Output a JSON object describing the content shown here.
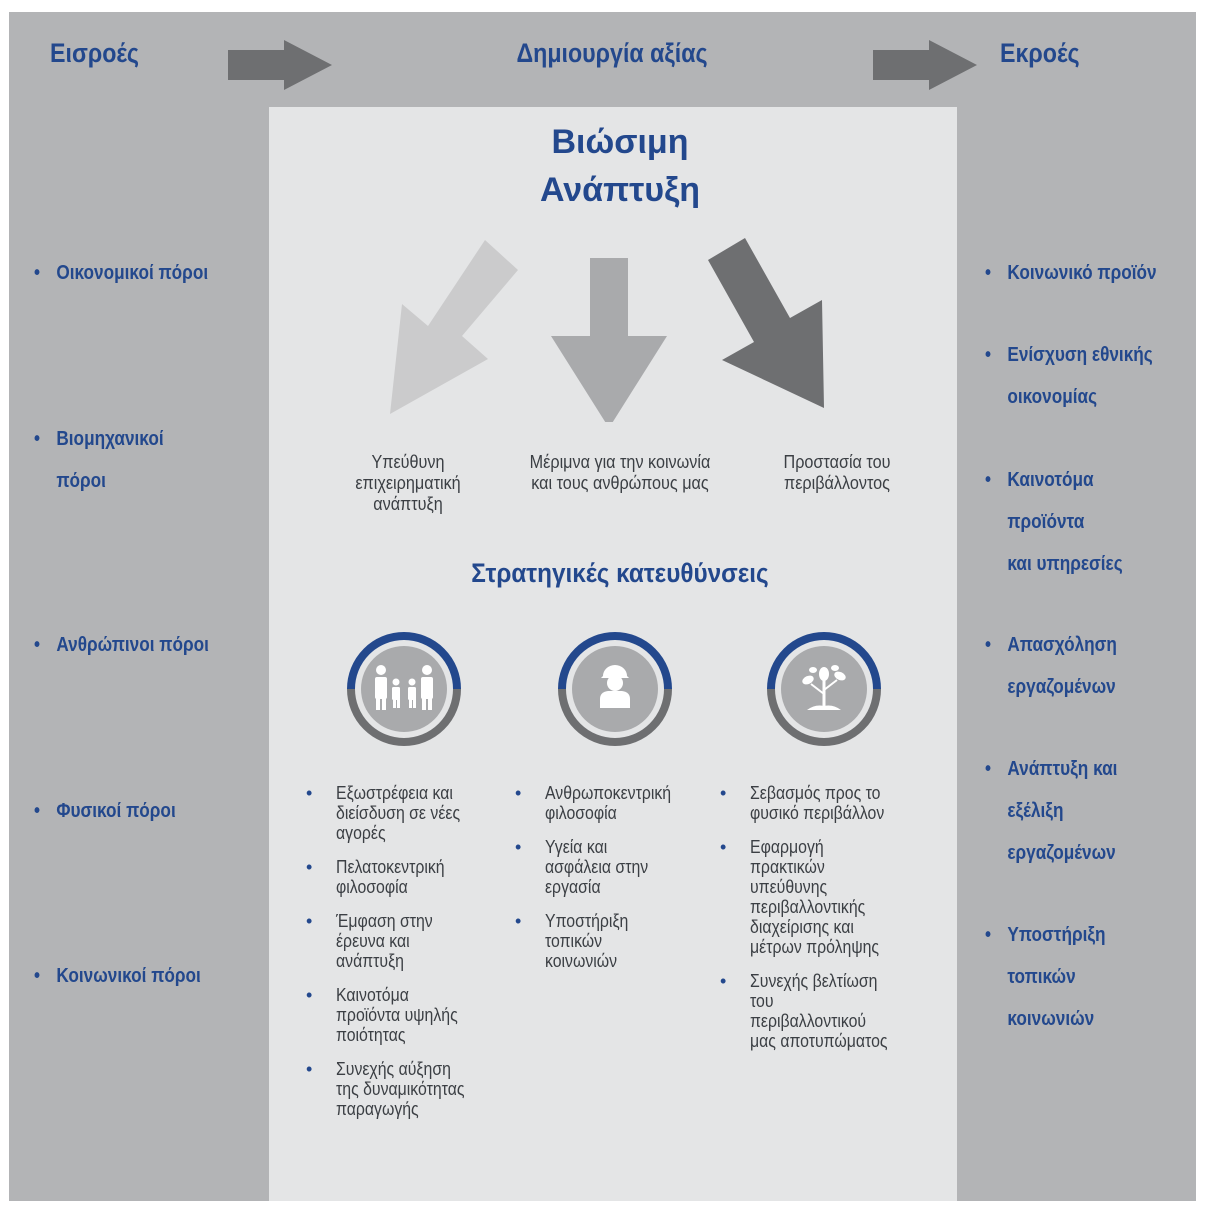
{
  "header": {
    "inputs": "Εισροές",
    "value_creation": "Δημιουργία αξίας",
    "outputs": "Εκροές"
  },
  "inputs": [
    {
      "text": "Οικονομικοί πόροι"
    },
    {
      "text": "Βιομηχανικοί\nπόροι"
    },
    {
      "text": "Ανθρώπινοι πόροι"
    },
    {
      "text": "Φυσικοί πόροι"
    },
    {
      "text": "Κοινωνικοί πόροι"
    }
  ],
  "outputs": [
    {
      "text": "Κοινωνικό προϊόν"
    },
    {
      "text": "Ενίσχυση εθνικής\nοικονομίας"
    },
    {
      "text": "Καινοτόμα\nπροϊόντα\nκαι υπηρεσίες"
    },
    {
      "text": "Απασχόληση\nεργαζομένων"
    },
    {
      "text": "Ανάπτυξη και\nεξέλιξη\nεργαζομένων"
    },
    {
      "text": "Υποστήριξη\nτοπικών\nκοινωνιών"
    }
  ],
  "center": {
    "title": "Βιώσιμη\nΑνάπτυξη",
    "pillars": [
      {
        "label": "Υπεύθυνη\nεπιχειρηματική\nανάπτυξη"
      },
      {
        "label": "Μέριμνα για την κοινωνία\nκαι τους ανθρώπους μας"
      },
      {
        "label": "Προστασία του\nπεριβάλλοντος"
      }
    ],
    "strategic_title": "Στρατηγικές κατευθύνσεις",
    "icons": [
      "family-icon",
      "worker-helmet-icon",
      "plant-hand-icon"
    ],
    "columns": [
      [
        "Εξωστρέφεια και\nδιείσδυση σε νέες\nαγορές",
        "Πελατοκεντρική\nφιλοσοφία",
        "Έμφαση στην\nέρευνα και\nανάπτυξη",
        "Καινοτόμα\nπροϊόντα υψηλής\nποιότητας",
        "Συνεχής αύξηση\nτης δυναμικότητας\nπαραγωγής"
      ],
      [
        "Ανθρωποκεντρική\nφιλοσοφία",
        "Υγεία και\nασφάλεια στην\nεργασία",
        "Υποστήριξη\nτοπικών\nκοινωνιών"
      ],
      [
        "Σεβασμός προς το\nφυσικό περιβάλλον",
        "Εφαρμογή\nπρακτικών\nυπεύθυνης\nπεριβαλλοντικής\nδιαχείρισης και\nμέτρων πρόληψης",
        "Συνεχής βελτίωση\nτου\nπεριβαλλοντικού\nμας αποτυπώματος"
      ]
    ]
  },
  "colors": {
    "accent_blue": "#23488d",
    "background_gray": "#b3b4b6",
    "panel_light": "#e4e5e6",
    "arrow_dark": "#6e6f71"
  }
}
